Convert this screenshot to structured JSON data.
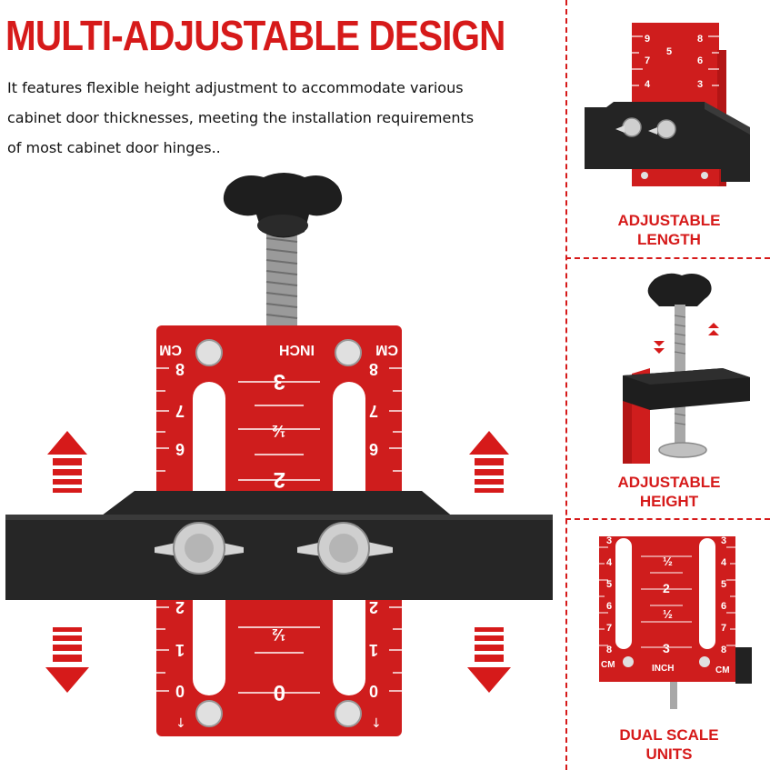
{
  "headline": "MULTI-ADJUSTABLE DESIGN",
  "description_lines": [
    "It features flexible height adjustment to accommodate various",
    "cabinet door thicknesses, meeting the installation requirements",
    "of most cabinet door hinges.."
  ],
  "main_scale": {
    "left_unit": "CM",
    "center_unit": "INCH",
    "right_unit": "CM",
    "left_numbers": [
      "8",
      "7",
      "6",
      "2",
      "1",
      "0"
    ],
    "right_numbers": [
      "8",
      "7",
      "6",
      "2",
      "1",
      "0"
    ],
    "center_numbers": [
      "3",
      "½",
      "2",
      "½",
      "0"
    ]
  },
  "panels": [
    {
      "line1": "ADJUSTABLE",
      "line2": "LENGTH",
      "scale_numbers": [
        "9",
        "8",
        "7",
        "6",
        "5",
        "4",
        "3"
      ]
    },
    {
      "line1": "ADJUSTABLE",
      "line2": "HEIGHT"
    },
    {
      "line1": "DUAL SCALE",
      "line2": "UNITS",
      "scale_left": [
        "3",
        "4",
        "5",
        "6",
        "7",
        "8"
      ],
      "scale_center": [
        "½",
        "2",
        "½",
        "3"
      ],
      "scale_right": [
        "3",
        "4",
        "5",
        "6",
        "7",
        "8"
      ],
      "unit_left": "CM",
      "unit_center": "INCH",
      "unit_right": "CM"
    }
  ],
  "colors": {
    "brand_red": "#d61a1a",
    "jig_red": "#cf1d1d",
    "bar_black": "#222222",
    "metal": "#c8c8c8"
  }
}
